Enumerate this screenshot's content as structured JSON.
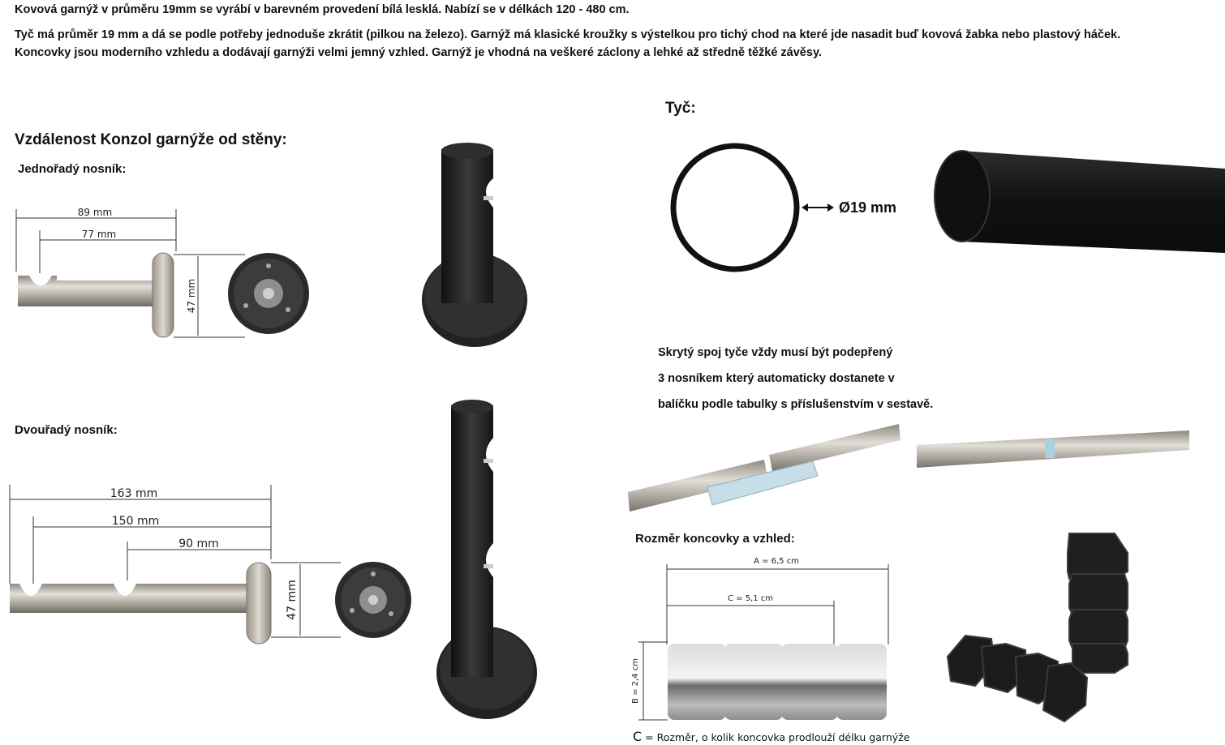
{
  "intro": {
    "line1": "Kovová garnýž v průměru 19mm se vyrábí v barevném provedení bílá lesklá. Nabízí se v délkách 120 - 480 cm.",
    "line2": "Tyč má průměr 19 mm a dá se podle potřeby jednoduše zkrátit (pilkou na železo). Garnýž má klasické kroužky s výstelkou pro tichý chod na které jde nasadit buď kovová žabka nebo plastový háček.",
    "line3": "Koncovky jsou moderního vzhledu a dodávají garnýži velmi jemný vzhled. Garnýž je vhodná na veškeré záclony a lehké až středně těžké závěsy."
  },
  "brackets": {
    "title": "Vzdálenost Konzol garnýže od stěny:",
    "single": {
      "label": "Jednořadý nosník:",
      "dims": [
        "89 mm",
        "77 mm",
        "47 mm"
      ]
    },
    "double": {
      "label": "Dvouřadý nosník:",
      "dims": [
        "163 mm",
        "150 mm",
        "90 mm",
        "47 mm"
      ]
    }
  },
  "rod": {
    "title": "Tyč:",
    "diameter": "Ø19 mm",
    "joint_note": [
      "Skrytý spoj tyče vždy musí být podepřený",
      "3 nosníkem který automaticky dostanete v",
      "balíčku podle tabulky s příslušenstvím v sestavě."
    ]
  },
  "endcap": {
    "title": "Rozměr koncovky a vzhled:",
    "dim_a": "A = 6,5 cm",
    "dim_c": "C = 5,1 cm",
    "dim_b": "B = 2,4 cm",
    "caption_letter": "C",
    "caption_text": " = Rozměr, o kolik koncovka prodlouží délku garnýže"
  },
  "colors": {
    "metal": "#b9b3aa",
    "black": "#1e1e1e",
    "silver": "#c9c9c9"
  }
}
